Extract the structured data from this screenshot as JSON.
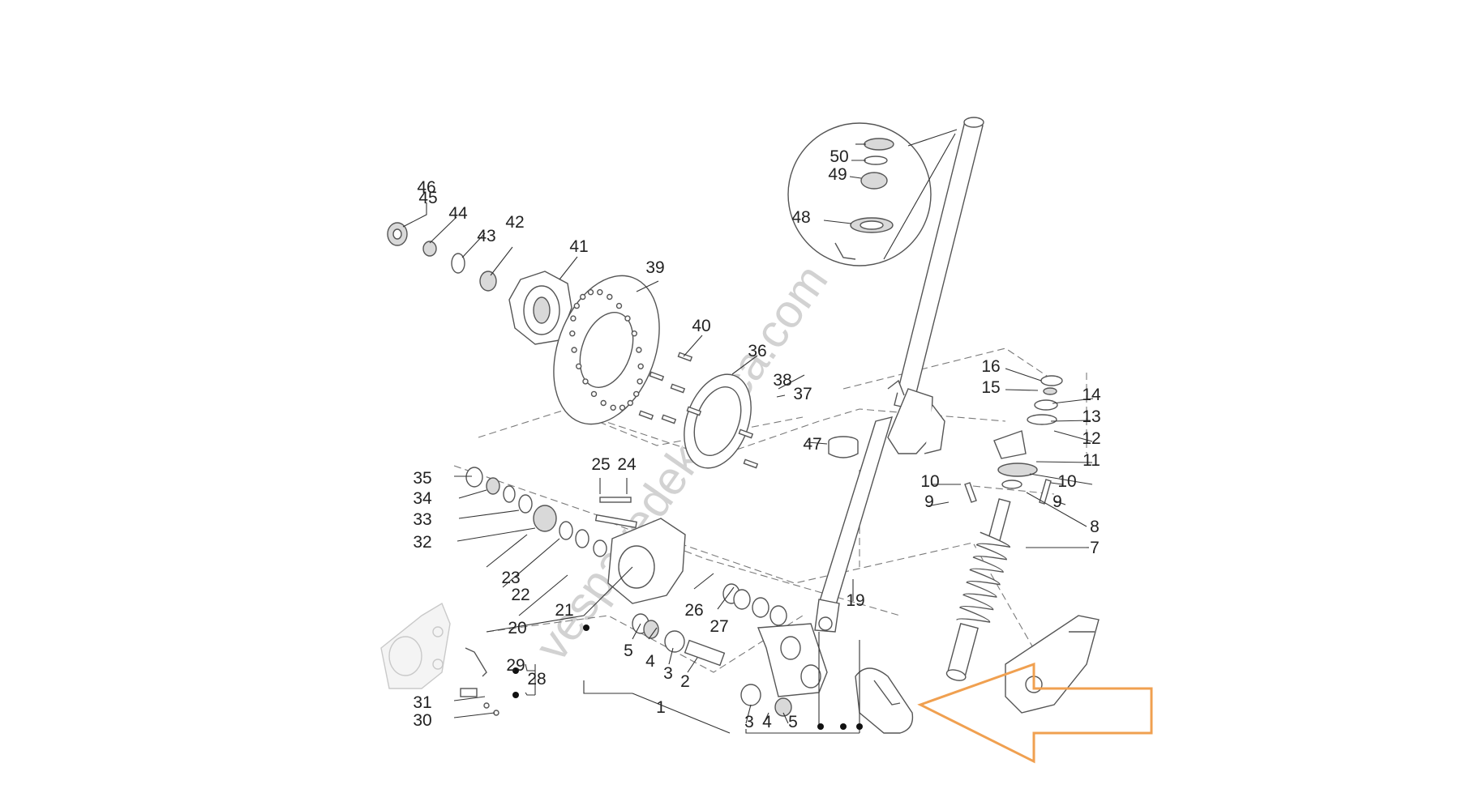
{
  "watermark": "vespavedekparca.com",
  "colors": {
    "arrow": "#f0a050",
    "line": "#555555"
  },
  "callouts": [
    "1",
    "2",
    "3",
    "3",
    "4",
    "4",
    "5",
    "5",
    "7",
    "8",
    "9",
    "9",
    "10",
    "10",
    "11",
    "12",
    "13",
    "14",
    "15",
    "16",
    "19",
    "20",
    "21",
    "22",
    "23",
    "24",
    "25",
    "26",
    "27",
    "28",
    "29",
    "30",
    "31",
    "32",
    "33",
    "34",
    "35",
    "36",
    "37",
    "38",
    "39",
    "40",
    "41",
    "42",
    "43",
    "44",
    "45",
    "46",
    "47",
    "48",
    "49",
    "50"
  ],
  "highlight": {
    "arrow_target": "front mudguard cover part"
  }
}
